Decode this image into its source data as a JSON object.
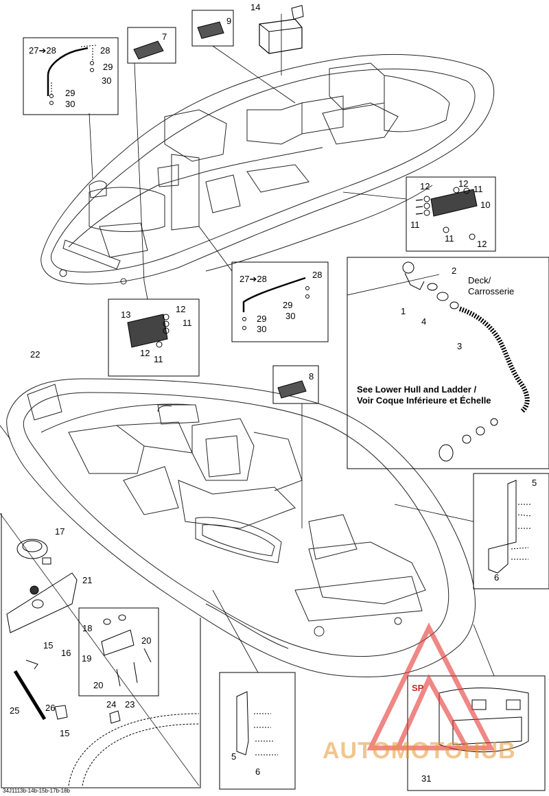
{
  "diagram": {
    "footer_code": "34J1113b-14b-15b-17b-18b",
    "deck_label_line1": "Deck/",
    "deck_label_line2": "Carrosserie",
    "lower_hull_note_line1": "See Lower Hull and Ladder /",
    "lower_hull_note_line2": "Voir Coque Inférieure et Échelle",
    "sp_label": "SP",
    "watermark": "AUTOMOTOHUB",
    "colors": {
      "line": "#000000",
      "watermark": "#e53935",
      "watermark_text": "#f0a030"
    }
  },
  "callouts": {
    "c14": "14",
    "c9": "9",
    "c7": "7",
    "c27_28_top": "27➔28",
    "c28_top": "28",
    "c29_top_a": "29",
    "c30_top_a": "30",
    "c29_top_b": "29",
    "c30_top_b": "30",
    "c12_a": "12",
    "c12_b": "12",
    "c11_a": "11",
    "c10": "10",
    "c11_b": "11",
    "c11_c": "11",
    "c12_c": "12",
    "c2": "2",
    "c1": "1",
    "c4": "4",
    "c3": "3",
    "c27_28_mid": "27➔28",
    "c28_mid": "28",
    "c29_mid_a": "29",
    "c30_mid_a": "30",
    "c29_mid_b": "29",
    "c30_mid_b": "30",
    "c13": "13",
    "c12_d": "12",
    "c11_d": "11",
    "c12_e": "12",
    "c11_e": "11",
    "c22": "22",
    "c8": "8",
    "c5_a": "5",
    "c6_a": "6",
    "c17": "17",
    "c21": "21",
    "c15_a": "15",
    "c16": "16",
    "c18": "18",
    "c19": "19",
    "c20_a": "20",
    "c20_b": "20",
    "c25": "25",
    "c26": "26",
    "c15_b": "15",
    "c24": "24",
    "c23": "23",
    "c5_b": "5",
    "c6_b": "6",
    "c31": "31"
  }
}
